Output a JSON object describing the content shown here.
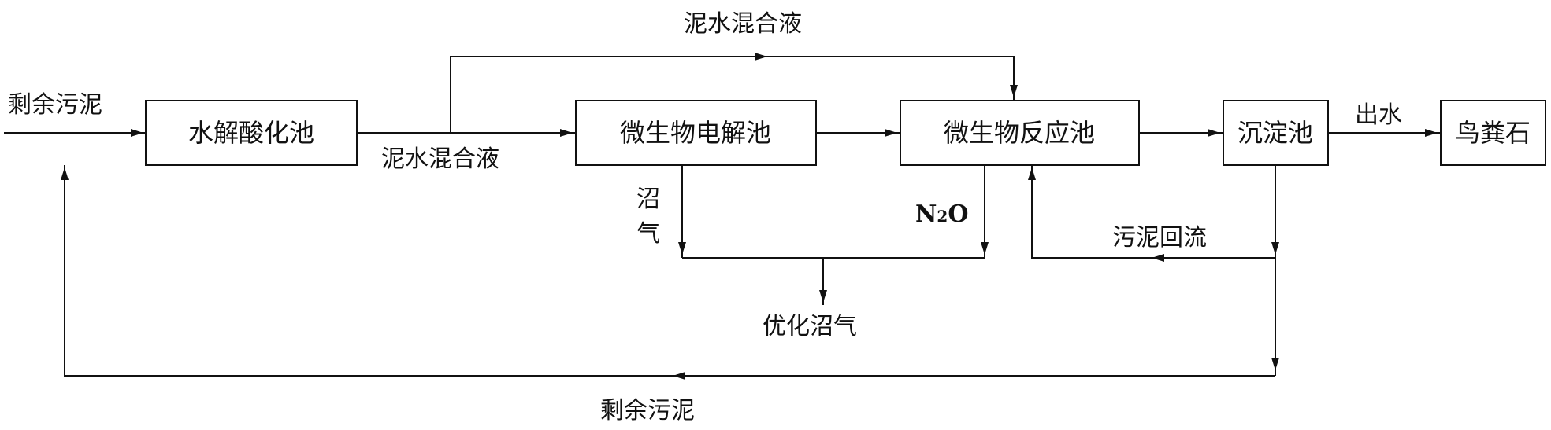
{
  "boxes": {
    "hydrolysis": "水解酸化池",
    "electrolysis": "微生物电解池",
    "reactor": "微生物反应池",
    "sedimentation": "沉淀池",
    "struvite": "鸟粪石"
  },
  "labels": {
    "excess_sludge_in": "剩余污泥",
    "mixed_liquor_top": "泥水混合液",
    "mixed_liquor_mid": "泥水混合液",
    "biogas_char1": "沼",
    "biogas_char2": "气",
    "n2o_n": "N",
    "n2o_sub": "2",
    "n2o_o": "O",
    "sludge_return": "污泥回流",
    "effluent": "出水",
    "optimized_biogas": "优化沼气",
    "excess_sludge_bottom": "剩余污泥"
  }
}
